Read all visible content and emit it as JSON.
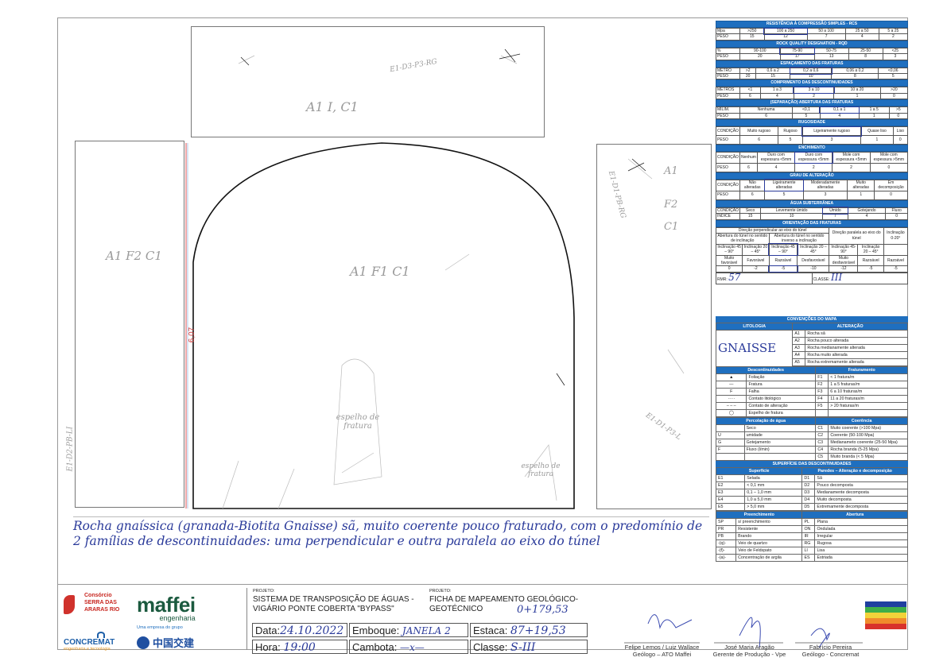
{
  "drawing": {
    "top_label": "A1 I, C1",
    "top_annot": "E1-D3-P3-RG",
    "left_label": "A1 F2 C1",
    "left_annot": "E1-D2-PB-LI",
    "center_label": "A1 F1 C1",
    "height_value": "6,07",
    "right_label_1": "A1",
    "right_label_2": "F2",
    "right_label_3": "C1",
    "right_annot": "E1-D1-PB-RG",
    "right_annot2": "E1-D1-P3-L",
    "espelho_1": "espelho de fratura",
    "espelho_2": "espelho de fratura"
  },
  "description": "Rocha gnaíssica (granada-Biotita Gnaisse) sã, muito coerente pouco fraturado, com o predomínio de 2 famílias de descontinuidades: uma perpendicular e outra paralela ao eixo do túnel",
  "rmr": {
    "title_resistencia": "RESISTÊNCIA À COMPRESSÃO SIMPLES - RCS",
    "resist_row": [
      "Mpa",
      ">250",
      "100 a 250",
      "50 a 100",
      "25 a 50",
      "5 a 25"
    ],
    "resist_peso": [
      "PESO",
      "15",
      "12",
      "7",
      "4",
      "2"
    ],
    "title_rqd": "ROCK QUALITY DESIGNATION - RQD",
    "rqd_row": [
      "%",
      "90-100",
      "75-90",
      "50-75",
      "25-50",
      "<25"
    ],
    "rqd_peso": [
      "PESO",
      "20",
      "17",
      "13",
      "8",
      "3"
    ],
    "title_esp": "ESPAÇAMENTO DAS FRATURAS",
    "esp_row": [
      "METRO",
      ">2",
      "0,6 a 2",
      "0,2 a 0,6",
      "0,06 a 0,2",
      "<0,06"
    ],
    "esp_peso": [
      "PESO",
      "20",
      "15",
      "10",
      "8",
      "5"
    ],
    "title_comp": "COMPRIMENTO DAS DESCONTINUIDADES",
    "comp_row": [
      "METROS",
      "<1",
      "1 a 3",
      "3 a 10",
      "10 a 20",
      ">20"
    ],
    "comp_peso": [
      "PESO",
      "6",
      "4",
      "2",
      "1",
      "0"
    ],
    "title_abert": "(SEPARAÇÃO) ABERTURA DAS FRATURAS",
    "abert_row": [
      "MILIM.",
      "Nenhuma",
      "<0,1",
      "0,1 a 1",
      "1 a 5",
      ">5"
    ],
    "abert_peso": [
      "PESO",
      "6",
      "5",
      "4",
      "1",
      "0"
    ],
    "title_rug": "RUGOSIDADE",
    "rug_row": [
      "CONDIÇÃO",
      "Muito rugoso",
      "Rugoso",
      "Ligeiramente rugoso",
      "Quase liso",
      "Liso"
    ],
    "rug_peso": [
      "PESO",
      "6",
      "5",
      "3",
      "1",
      "0"
    ],
    "title_ench": "ENCHIMENTO",
    "ench_row": [
      "CONDIÇÃO",
      "Nenhum",
      "Duro com espessura <5mm",
      "Duro com espessura <5mm",
      "Mole com espessura <5mm",
      "Mole com espessura >5mm"
    ],
    "ench_peso": [
      "PESO",
      "6",
      "4",
      "2",
      "2",
      "0"
    ],
    "title_alt": "GRAU DE ALTERAÇÃO",
    "alt_row": [
      "CONDIÇÃO",
      "Não alteradas",
      "Ligeiramente alteradas",
      "Moderadamente alteradas",
      "Muito alteradas",
      "Em decomposição"
    ],
    "alt_peso": [
      "PESO",
      "6",
      "5",
      "3",
      "1",
      "0"
    ],
    "title_agua": "ÁGUA SUBTERRÂNEA",
    "agua_row": [
      "CONDIÇÃO",
      "Seco",
      "Levemente úmido",
      "Úmido",
      "Gotejando",
      "Fluxo"
    ],
    "agua_peso": [
      "ÍNDICE",
      "15",
      "10",
      "7",
      "4",
      "0"
    ],
    "title_orient": "ORIENTAÇÃO DAS FRATURAS",
    "orient_perp": "Direção perpendicular ao eixo do túnel",
    "orient_a": "Abertura do túnel no sentido de inclinação",
    "orient_b": "Abertura do túnel no sentido inverso a inclinação",
    "orient_c": "Direção paralela ao eixo do túnel",
    "orient_d": "Inclinação 0-20°",
    "orient_incl": [
      "Inclinação 45 – 90°",
      "Inclinação 20 – 45°",
      "Inclinação 45 – 90°",
      "Inclinação 20 – 45°",
      "Inclinação 45-90°",
      "Inclinação 20 – 45°"
    ],
    "orient_cond": [
      "Muito favorável",
      "Favorável",
      "Razoável",
      "Desfavorável",
      "Muito desfavorável",
      "Razoável",
      "Razoável"
    ],
    "orient_val": [
      "0",
      "-2",
      "-5",
      "-10",
      "-12",
      "-5",
      "-5"
    ],
    "rmr_label": "RMR:",
    "rmr_value": "57",
    "classe_label": "CLASSE:",
    "classe_value": "III"
  },
  "conv": {
    "title": "CONVENÇÕES DO MAPA",
    "lito_h": "LITOLOGIA",
    "alt_h": "ALTERAÇÃO",
    "lito_value": "GNAISSE",
    "alt": [
      [
        "A1",
        "Rocha sã"
      ],
      [
        "A2",
        "Rocha pouco alterada"
      ],
      [
        "A3",
        "Rocha medianamente alterada"
      ],
      [
        "A4",
        "Rocha muito alterada"
      ],
      [
        "A5",
        "Rocha extremamente alterada"
      ]
    ],
    "desc_h": "Descontinuidades",
    "frat_h": "Fraturamento",
    "desc": [
      "Foliação",
      "Fratura",
      "Falha",
      "Contato litológico",
      "Contato de alteração",
      "Espelho de fratura"
    ],
    "frat": [
      [
        "F1",
        "< 1 fratura/m"
      ],
      [
        "F2",
        "1 a 5 fraturas/m"
      ],
      [
        "F3",
        "6 a 10 fraturas/m"
      ],
      [
        "F4",
        "11 a 20 fraturas/m"
      ],
      [
        "F5",
        "> 20 fraturas/m"
      ]
    ],
    "perc_h": "Percolação de água",
    "coer_h": "Coerência",
    "perc": [
      [
        "",
        "Seco"
      ],
      [
        "U",
        "umidade"
      ],
      [
        "G",
        "Gotejamento"
      ],
      [
        "F",
        "Fluxo (l/min)"
      ]
    ],
    "coer": [
      [
        "C1",
        "Muito coerente (>100 Mpa)"
      ],
      [
        "C2",
        "Coerente (50-100 Mpa)"
      ],
      [
        "C3",
        "Medianameto coerente (25-50 Mpa)"
      ],
      [
        "C4",
        "Rocha branda (5-25 Mpa)"
      ],
      [
        "C5",
        "Muito branda (< 5 Mpa)"
      ]
    ],
    "sup_title": "SUPERFÍCIE DAS DESCONTINUIDADES",
    "sup_h": "Superfície",
    "par_h": "Paredes – Alteração e decomposição",
    "sup": [
      [
        "E1",
        "Selada"
      ],
      [
        "E2",
        "< 0,1 mm"
      ],
      [
        "E3",
        "0,1 – 1,0 mm"
      ],
      [
        "E4",
        "1,0 a 5,0 mm"
      ],
      [
        "E5",
        "> 5,0 mm"
      ]
    ],
    "par": [
      [
        "D1",
        "Sã"
      ],
      [
        "D2",
        "Pouco decomposta"
      ],
      [
        "D3",
        "Medianamente decomposta"
      ],
      [
        "D4",
        "Muito decomposta"
      ],
      [
        "D5",
        "Extremamente decomposta"
      ]
    ],
    "pre_h": "Preenchimento",
    "abe_h": "Abertura",
    "pre": [
      [
        "SP",
        "s/ preenchimento"
      ],
      [
        "PR",
        "Resistente"
      ],
      [
        "PB",
        "Brando"
      ],
      [
        "-(q)-",
        "Veio de quartzo"
      ],
      [
        "-(f)-",
        "Veio de Feldspato"
      ],
      [
        "-(a)-",
        "Concentração de argila"
      ]
    ],
    "abe": [
      [
        "PL",
        "Plana"
      ],
      [
        "ON",
        "Ondulada"
      ],
      [
        "IR",
        "Irregular"
      ],
      [
        "RG",
        "Rugosa"
      ],
      [
        "LI",
        "Lisa"
      ],
      [
        "ES",
        "Estriada"
      ]
    ]
  },
  "footer": {
    "logo_serra": "Consórcio SERRA DAS ARARAS RIO",
    "logo_maffei": "maffei",
    "logo_maffei_sub": "engenharia",
    "logo_grupo": "Uma empresa do grupo",
    "logo_concremat": "CONCREMAT",
    "logo_concremat_sub": "engenharia e tecnologia",
    "logo_cccc": "中国交建",
    "projeto_label": "PROJETO:",
    "projeto": "SISTEMA DE TRANSPOSIÇÃO DE ÁGUAS - VIGÁRIO PONTE COBERTA \"BYPASS\"",
    "projeto2_label": "PROJETO:",
    "projeto2": "FICHA DE MAPEAMENTO GEOLÓGICO-GEOTÉCNICO",
    "projeto2_hand": "0+179,53",
    "data_label": "Data:",
    "data_value": "24.10.2022",
    "emboque_label": "Emboque:",
    "emboque_value": "JANELA 2",
    "estaca_label": "Estaca:",
    "estaca_value": "87+19,53",
    "hora_label": "Hora:",
    "hora_value": "19:00",
    "cambota_label": "Cambota:",
    "cambota_value": "—x—",
    "classe_label": "Classe:",
    "classe_value": "S-III",
    "sig1_name": "Felipe Lemos / Luiz Wallace",
    "sig1_role": "Geólogo – ATO Maffei",
    "sig2_name": "José Maria Aragão",
    "sig2_role": "Gerente de Produção - Vpe",
    "sig3_name": "Fabrício Pereira",
    "sig3_role": "Geólogo - Concremat"
  }
}
